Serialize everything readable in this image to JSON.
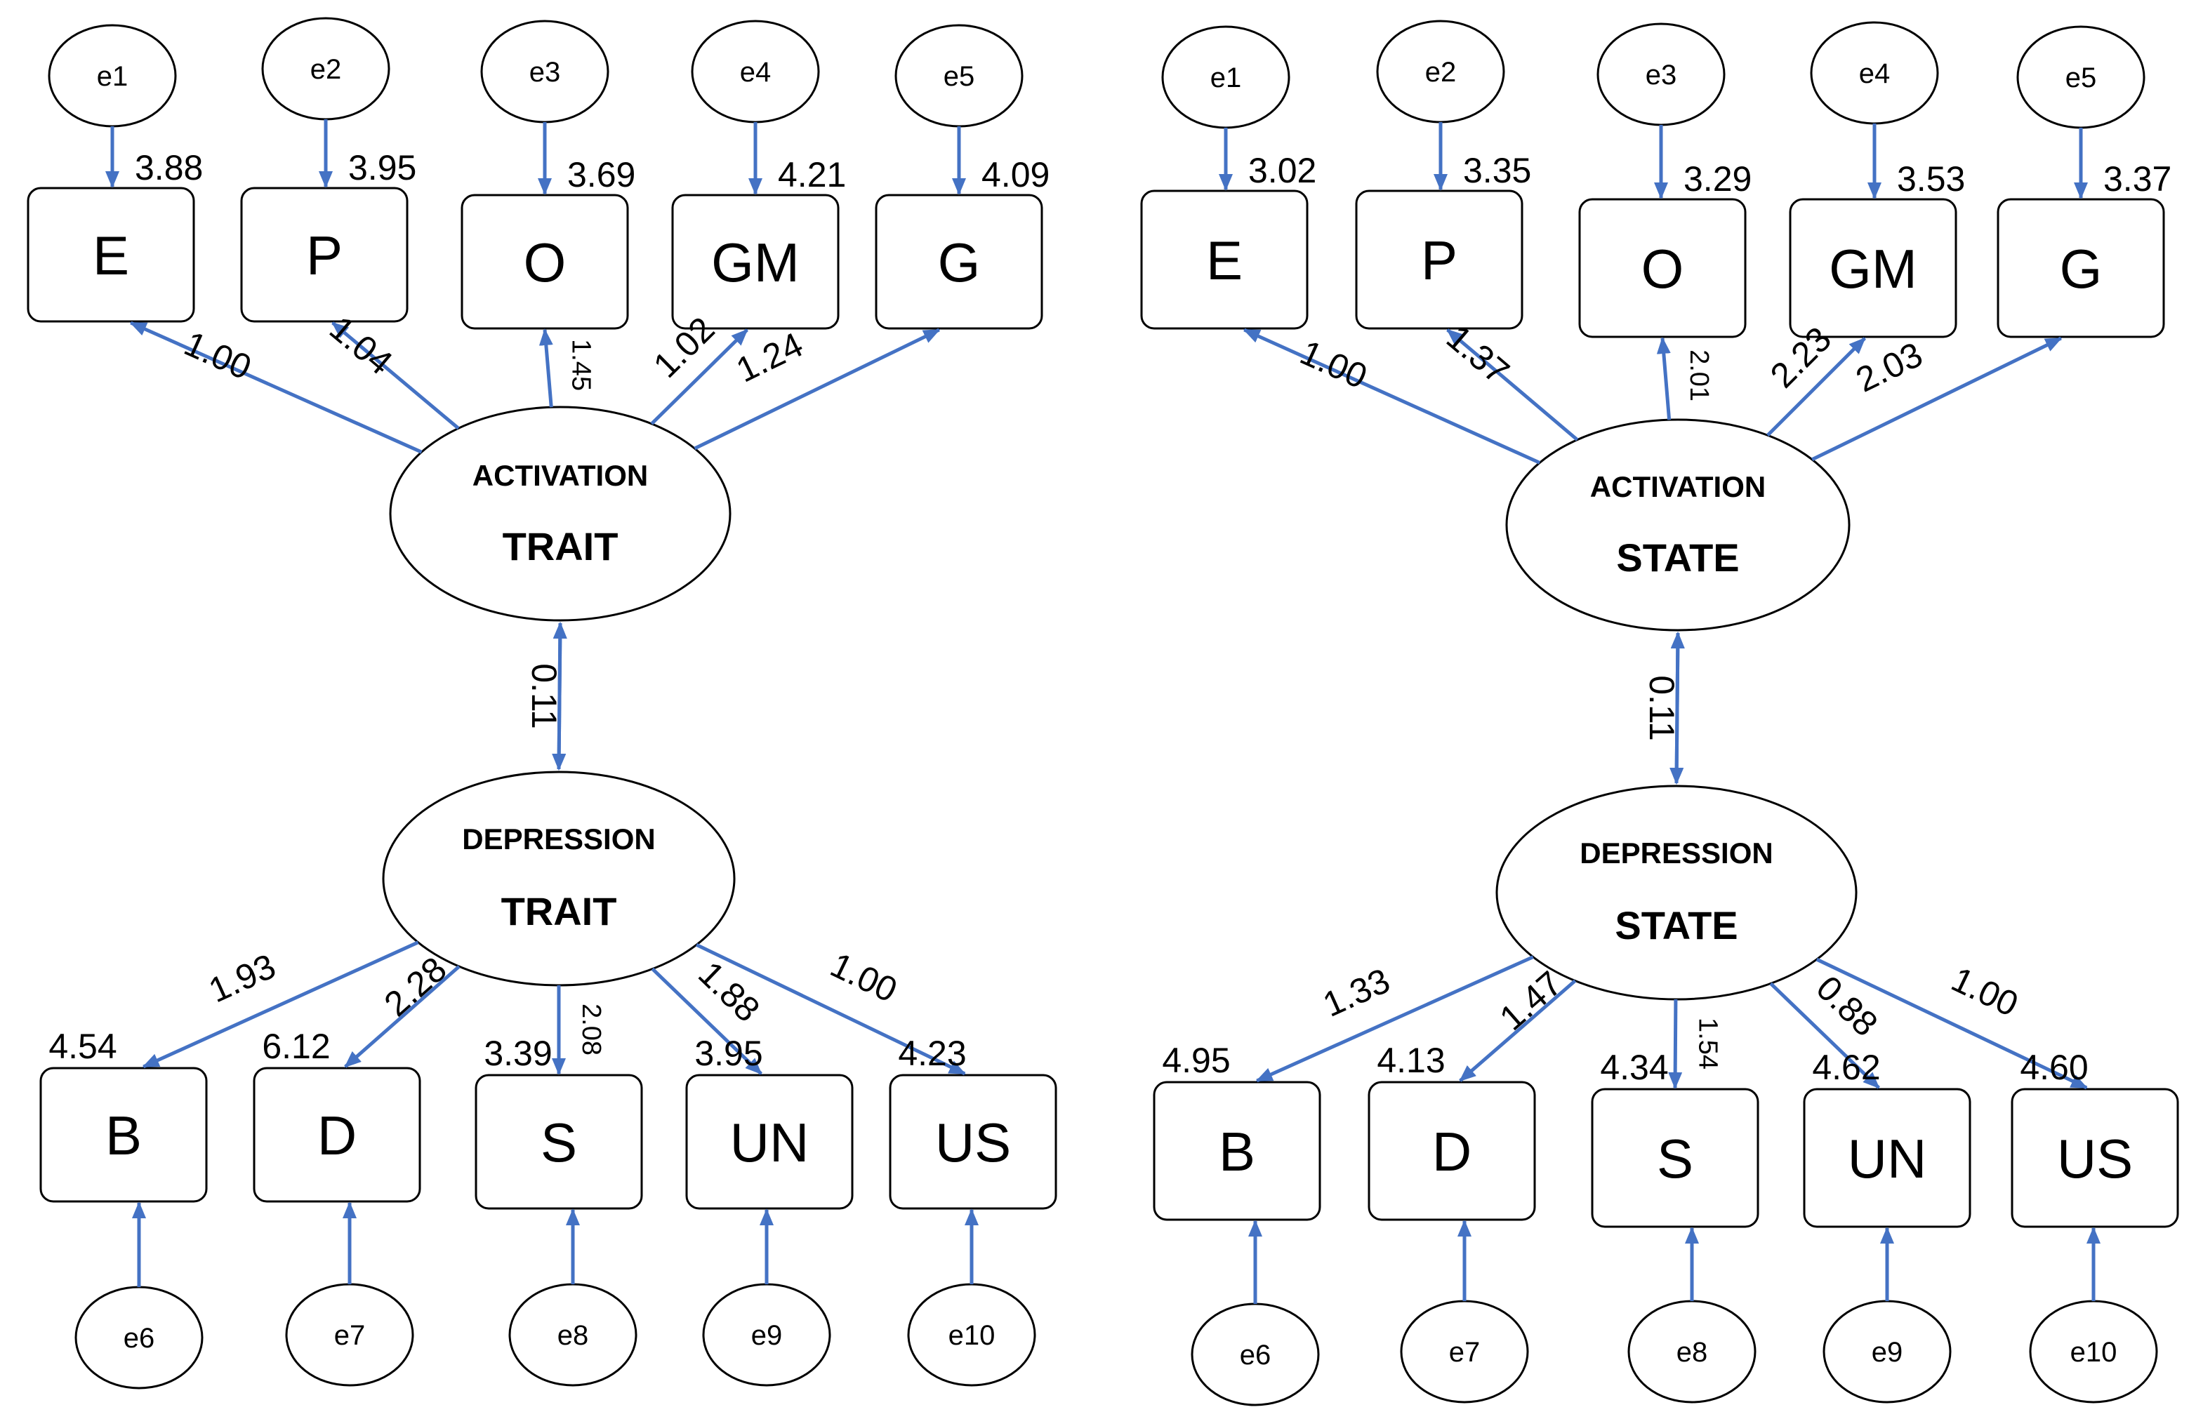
{
  "colors": {
    "arrow": "#4472C4",
    "stroke": "#000000"
  },
  "panels": [
    {
      "id": "trait",
      "activation": {
        "line1": "ACTIVATION",
        "line2": "TRAIT"
      },
      "depression": {
        "line1": "DEPRESSION",
        "line2": "TRAIT"
      },
      "correlation": "0.11",
      "top_indicators": [
        {
          "label": "E",
          "error": "e1",
          "error_value": "3.88",
          "loading": "1.00"
        },
        {
          "label": "P",
          "error": "e2",
          "error_value": "3.95",
          "loading": "1.04"
        },
        {
          "label": "O",
          "error": "e3",
          "error_value": "3.69",
          "loading": "1.45"
        },
        {
          "label": "GM",
          "error": "e4",
          "error_value": "4.21",
          "loading": "1.02"
        },
        {
          "label": "G",
          "error": "e5",
          "error_value": "4.09",
          "loading": "1.24"
        }
      ],
      "bottom_indicators": [
        {
          "label": "B",
          "error": "e6",
          "error_value": "4.54",
          "loading": "1.93"
        },
        {
          "label": "D",
          "error": "e7",
          "error_value": "6.12",
          "loading": "2.28"
        },
        {
          "label": "S",
          "error": "e8",
          "error_value": "3.39",
          "loading": "2.08"
        },
        {
          "label": "UN",
          "error": "e9",
          "error_value": "3.95",
          "loading": "1.88"
        },
        {
          "label": "US",
          "error": "e10",
          "error_value": "4.23",
          "loading": "1.00"
        }
      ]
    },
    {
      "id": "state",
      "activation": {
        "line1": "ACTIVATION",
        "line2": "STATE"
      },
      "depression": {
        "line1": "DEPRESSION",
        "line2": "STATE"
      },
      "correlation": "0.11",
      "top_indicators": [
        {
          "label": "E",
          "error": "e1",
          "error_value": "3.02",
          "loading": "1.00"
        },
        {
          "label": "P",
          "error": "e2",
          "error_value": "3.35",
          "loading": "1.37"
        },
        {
          "label": "O",
          "error": "e3",
          "error_value": "3.29",
          "loading": "2.01"
        },
        {
          "label": "GM",
          "error": "e4",
          "error_value": "3.53",
          "loading": "2.23"
        },
        {
          "label": "G",
          "error": "e5",
          "error_value": "3.37",
          "loading": "2.03"
        }
      ],
      "bottom_indicators": [
        {
          "label": "B",
          "error": "e6",
          "error_value": "4.95",
          "loading": "1.33"
        },
        {
          "label": "D",
          "error": "e7",
          "error_value": "4.13",
          "loading": "1.47"
        },
        {
          "label": "S",
          "error": "e8",
          "error_value": "4.34",
          "loading": "1.54"
        },
        {
          "label": "UN",
          "error": "e9",
          "error_value": "4.62",
          "loading": "0.88"
        },
        {
          "label": "US",
          "error": "e10",
          "error_value": "4.60",
          "loading": "1.00"
        }
      ]
    }
  ]
}
